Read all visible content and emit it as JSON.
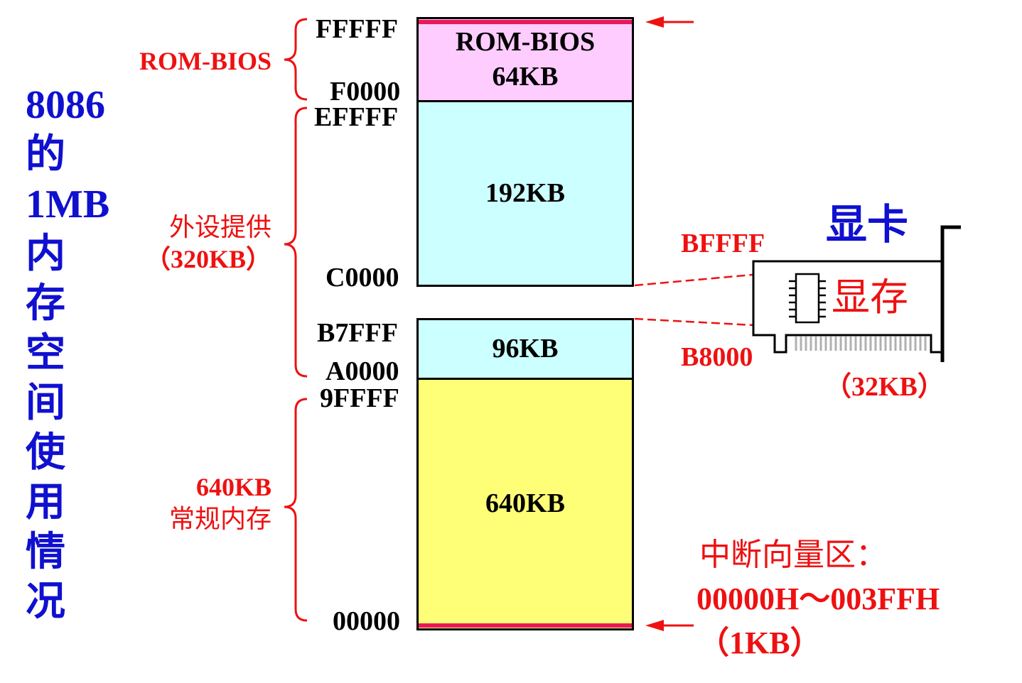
{
  "title_chars": [
    "8086",
    "的",
    "1MB",
    "内",
    "存",
    "空",
    "间",
    "使",
    "用",
    "情",
    "况"
  ],
  "addresses": {
    "fffff": "FFFFF",
    "f0000": "F0000",
    "effff": "EFFFF",
    "c0000": "C0000",
    "b7fff": "B7FFF",
    "a0000": "A0000",
    "9ffff": "9FFFF",
    "00000": "00000"
  },
  "blocks": {
    "rom_bios": {
      "line1": "ROM-BIOS",
      "line2": "64KB",
      "color": "#ffccff"
    },
    "upper": {
      "label": "192KB",
      "color": "#ccffff"
    },
    "middle": {
      "label": "96KB",
      "color": "#ccffff"
    },
    "conventional": {
      "label": "640KB",
      "color": "#ffff77"
    }
  },
  "left_labels": {
    "rom_bios": "ROM-BIOS",
    "peripheral_line1": "外设提供",
    "peripheral_line2": "（320KB）",
    "conventional_line1": "640KB",
    "conventional_line2": "常规内存"
  },
  "video_card": {
    "title": "显卡",
    "memory_label": "显存",
    "addr_high": "BFFFF",
    "addr_low": "B8000",
    "size": "（32KB）"
  },
  "interrupt": {
    "line1": "中断向量区：",
    "line2": "00000H～003FFH",
    "line3": "（1KB）"
  },
  "colors": {
    "title": "#1010d0",
    "annotation_red": "#ee1111",
    "boundary_marker": "#e8185a"
  }
}
